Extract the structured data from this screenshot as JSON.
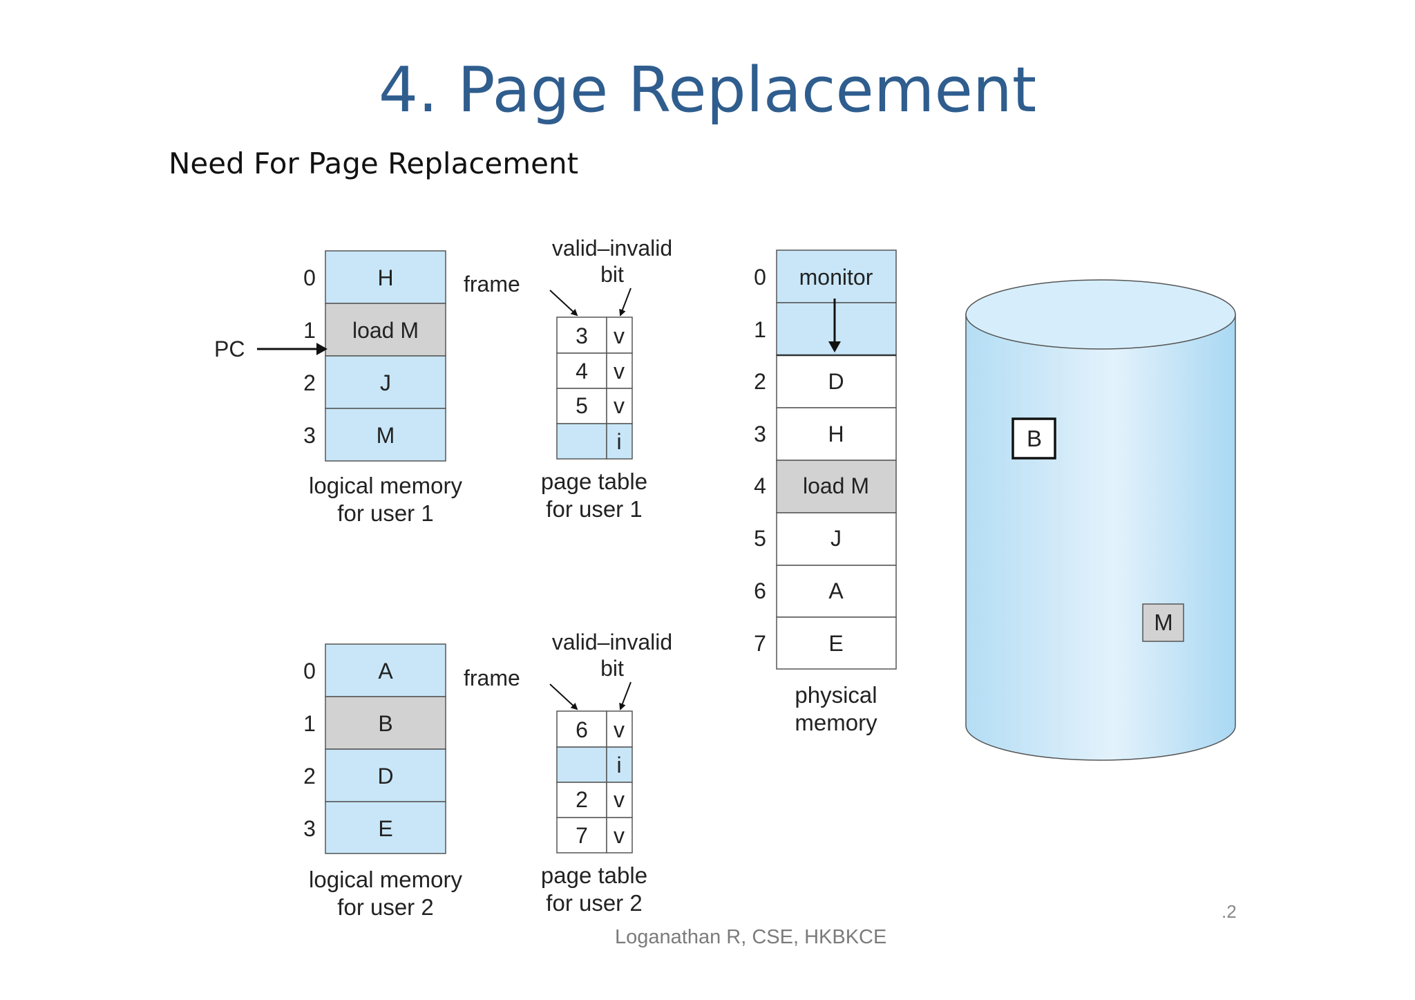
{
  "slide": {
    "title": "4. Page Replacement",
    "subtitle": "Need For Page Replacement",
    "footer": "Loganathan R, CSE, HKBKCE",
    "slide_number": ".2"
  },
  "colors": {
    "cell_blue": "#c8e6f7",
    "cell_gray": "#d2d2d2",
    "title_blue": "#2f5d8e",
    "disk_blue": "#bfe3f7"
  },
  "user1": {
    "logical_memory": {
      "indices": [
        "0",
        "1",
        "2",
        "3"
      ],
      "cells": [
        "H",
        "load M",
        "J",
        "M"
      ],
      "caption_line1": "logical memory",
      "caption_line2": "for user 1"
    },
    "pc_label": "PC",
    "frame_label": "frame",
    "valid_label_line1": "valid–invalid",
    "valid_label_line2": "bit",
    "page_table": {
      "frames": [
        "3",
        "4",
        "5",
        ""
      ],
      "bits": [
        "v",
        "v",
        "v",
        "i"
      ],
      "caption_line1": "page table",
      "caption_line2": "for user 1"
    }
  },
  "user2": {
    "logical_memory": {
      "indices": [
        "0",
        "1",
        "2",
        "3"
      ],
      "cells": [
        "A",
        "B",
        "D",
        "E"
      ],
      "caption_line1": "logical memory",
      "caption_line2": "for user 2"
    },
    "frame_label": "frame",
    "valid_label_line1": "valid–invalid",
    "valid_label_line2": "bit",
    "page_table": {
      "frames": [
        "6",
        "",
        "2",
        "7"
      ],
      "bits": [
        "v",
        "i",
        "v",
        "v"
      ],
      "caption_line1": "page table",
      "caption_line2": "for user 2"
    }
  },
  "physical_memory": {
    "indices": [
      "0",
      "1",
      "2",
      "3",
      "4",
      "5",
      "6",
      "7"
    ],
    "cells": [
      "monitor",
      "",
      "D",
      "H",
      "load M",
      "J",
      "A",
      "E"
    ],
    "caption_line1": "physical",
    "caption_line2": "memory"
  },
  "disk": {
    "items": [
      "B",
      "M"
    ]
  }
}
